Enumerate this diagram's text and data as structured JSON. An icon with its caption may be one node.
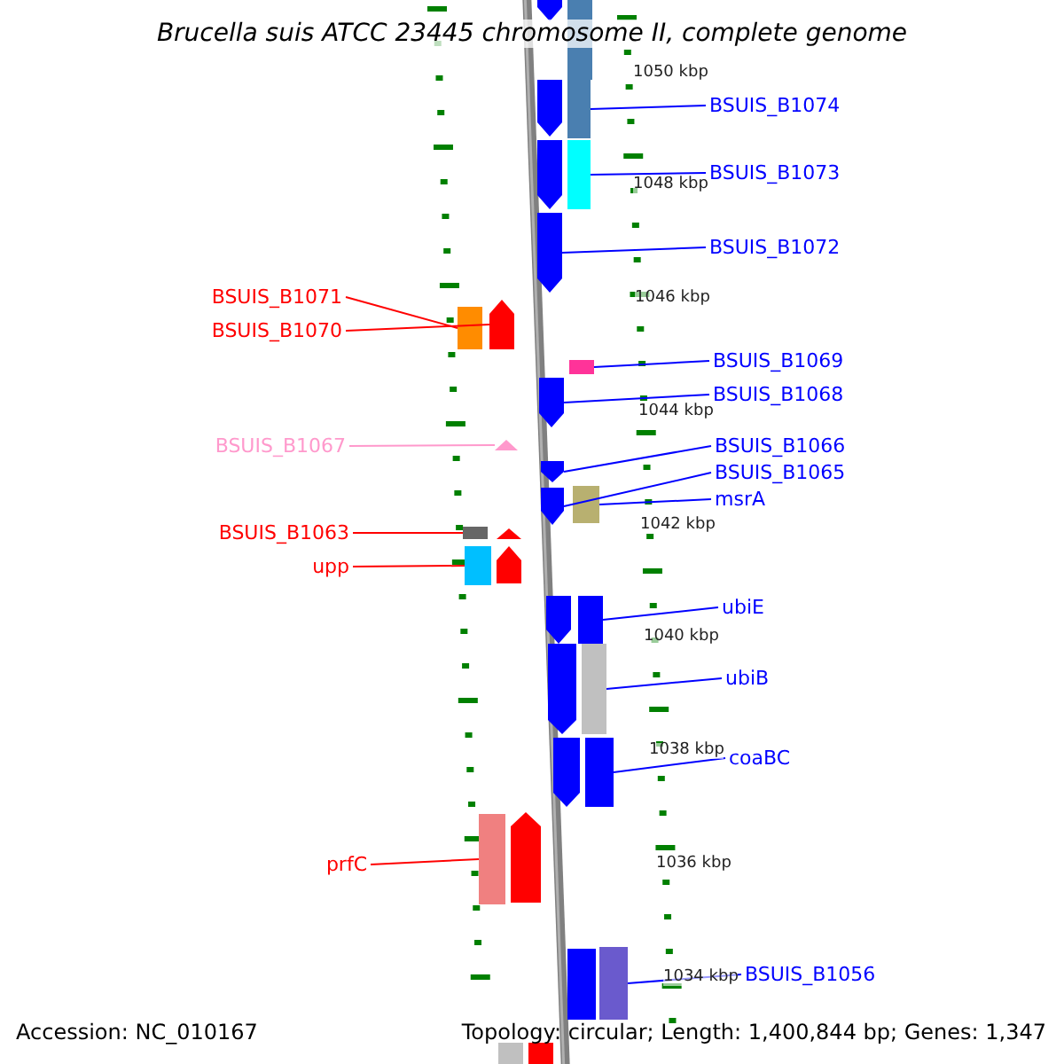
{
  "diagram": {
    "title": "Brucella suis ATCC 23445 chromosome II, complete genome",
    "nodes": [
      {
        "text": [
          "BSUIS_B1074"
        ]
      },
      {
        "text": [
          "BSUIS_B1073"
        ]
      },
      {
        "text": [
          "BSUIS_B1072"
        ]
      },
      {
        "text": [
          "BSUIS_B1071"
        ]
      },
      {
        "text": [
          "BSUIS_B1070"
        ]
      },
      {
        "text": [
          "BSUIS_B1069"
        ]
      },
      {
        "text": [
          "BSUIS_B1068"
        ]
      },
      {
        "text": [
          "BSUIS_B1066"
        ]
      },
      {
        "text": [
          "BSUIS_B1067"
        ]
      },
      {
        "text": [
          "BSUIS_B1065"
        ]
      },
      {
        "text": [
          "msrA"
        ]
      },
      {
        "text": [
          "BSUIS_B1063"
        ]
      },
      {
        "text": [
          "upp"
        ]
      },
      {
        "text": [
          "ubiE"
        ]
      },
      {
        "text": [
          "ubiB"
        ]
      },
      {
        "text": [
          "coaBC"
        ]
      },
      {
        "text": [
          "prfC"
        ]
      },
      {
        "text": [
          "BSUIS_B1056"
        ]
      },
      {
        "text": [],
        "shape": "box"
      },
      {
        "text": [],
        "shape": "box"
      },
      {
        "text": [],
        "shape": "pentagon"
      },
      {
        "text": [],
        "shape": "box"
      },
      {
        "text": [],
        "shape": "pentagon"
      },
      {
        "text": [],
        "shape": "box"
      },
      {
        "text": [],
        "shape": "pentagon"
      },
      {
        "text": [],
        "shape": "pentagon"
      },
      {
        "text": [],
        "shape": "triangle"
      },
      {
        "text": [],
        "shape": "pentagon"
      },
      {
        "text": [],
        "shape": "box"
      },
      {
        "text": [],
        "shape": "box"
      },
      {
        "text": [],
        "shape": "box"
      },
      {
        "text": [],
        "shape": "box"
      },
      {
        "text": [],
        "shape": "box"
      },
      {
        "text": [],
        "shape": "box"
      },
      {
        "text": [],
        "shape": "box"
      },
      {
        "text": [],
        "shape": "box"
      }
    ],
    "edges": [
      {
        "from": 0,
        "to": 18,
        "arrow": "none"
      },
      {
        "from": 1,
        "to": 19,
        "arrow": "none"
      },
      {
        "from": 2,
        "to": 20,
        "arrow": "none"
      },
      {
        "from": 3,
        "to": 21,
        "arrow": "none",
        "color": "#ff0000"
      },
      {
        "from": 4,
        "to": 22,
        "arrow": "none",
        "color": "#ff0000"
      },
      {
        "from": 5,
        "to": 23,
        "arrow": "none"
      },
      {
        "from": 6,
        "to": 24,
        "arrow": "none"
      },
      {
        "from": 7,
        "to": 25,
        "arrow": "none"
      },
      {
        "from": 8,
        "to": 26,
        "arrow": "none",
        "color": "#ff99cc"
      },
      {
        "from": 9,
        "to": 27,
        "arrow": "none"
      },
      {
        "from": 10,
        "to": 28,
        "arrow": "none"
      },
      {
        "from": 11,
        "to": 29,
        "arrow": "none",
        "color": "#ff0000"
      },
      {
        "from": 12,
        "to": 30,
        "arrow": "none",
        "color": "#ff0000"
      },
      {
        "from": 13,
        "to": 31,
        "arrow": "none"
      },
      {
        "from": 14,
        "to": 32,
        "arrow": "none"
      },
      {
        "from": 15,
        "to": 33,
        "arrow": "none"
      },
      {
        "from": 16,
        "to": 34,
        "arrow": "none",
        "color": "#ff0000"
      },
      {
        "from": 17,
        "to": 35,
        "arrow": "none"
      }
    ],
    "labels": [
      "1050 kbp",
      "1048 kbp",
      "1046 kbp",
      "1044 kbp",
      "1042 kbp",
      "1040 kbp",
      "1038 kbp",
      "1036 kbp",
      "1034 kbp",
      "Accession: NC_010167",
      "Topology: circular; Length: 1,400,844 bp; Genes: 1,347"
    ]
  }
}
